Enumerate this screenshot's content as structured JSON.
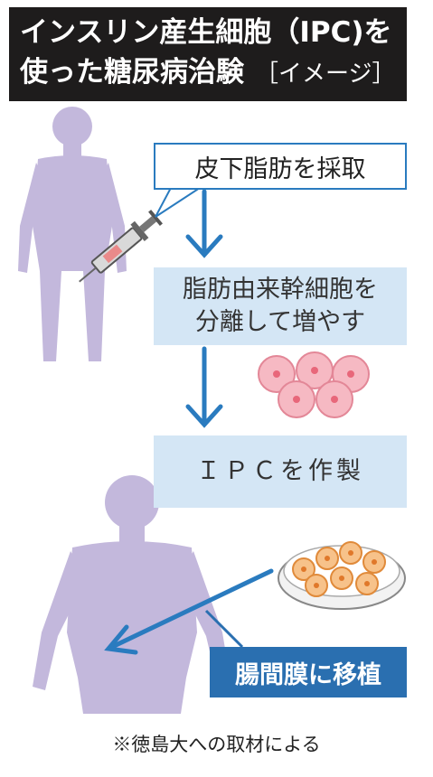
{
  "title": {
    "line1": "インスリン産生細胞（IPC)を",
    "line2": "使った糖尿病治験",
    "tag": "［イメージ］"
  },
  "steps": {
    "step0": "皮下脂肪を採取",
    "step1_line1": "脂肪由来幹細胞を",
    "step1_line2": "分離して増やす",
    "step2": "ＩＰＣを作製",
    "step3": "腸間膜に移植"
  },
  "footnote": "※徳島大への取材による",
  "colors": {
    "figure": "#c3b8dc",
    "arrow": "#2a7bbf",
    "box_light": "#d4e6f5",
    "box_dark": "#2a6fb0",
    "cell_pink": "#f3a9b5",
    "cell_orange": "#f0a35a"
  }
}
